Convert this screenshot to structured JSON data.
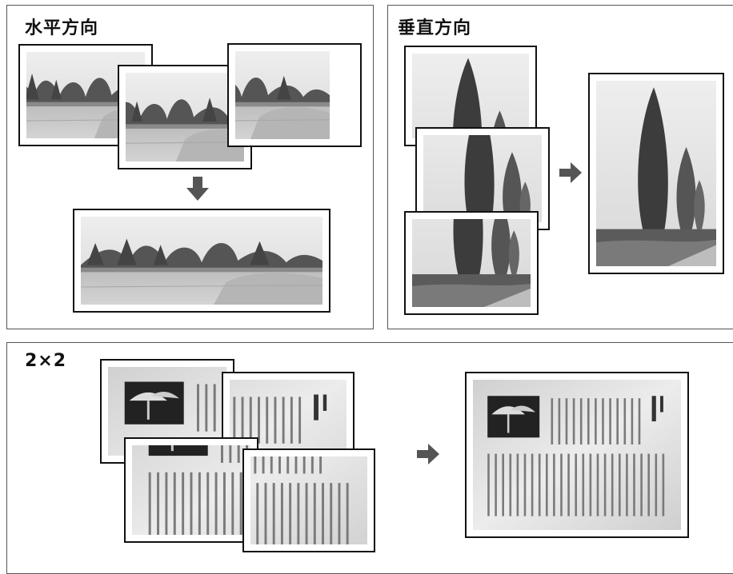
{
  "panels": {
    "horizontal": {
      "title": "水平方向"
    },
    "vertical": {
      "title": "垂直方向"
    },
    "grid": {
      "title": "2×2"
    }
  },
  "icons": {
    "arrow": "arrow-icon",
    "color": "#555555"
  }
}
